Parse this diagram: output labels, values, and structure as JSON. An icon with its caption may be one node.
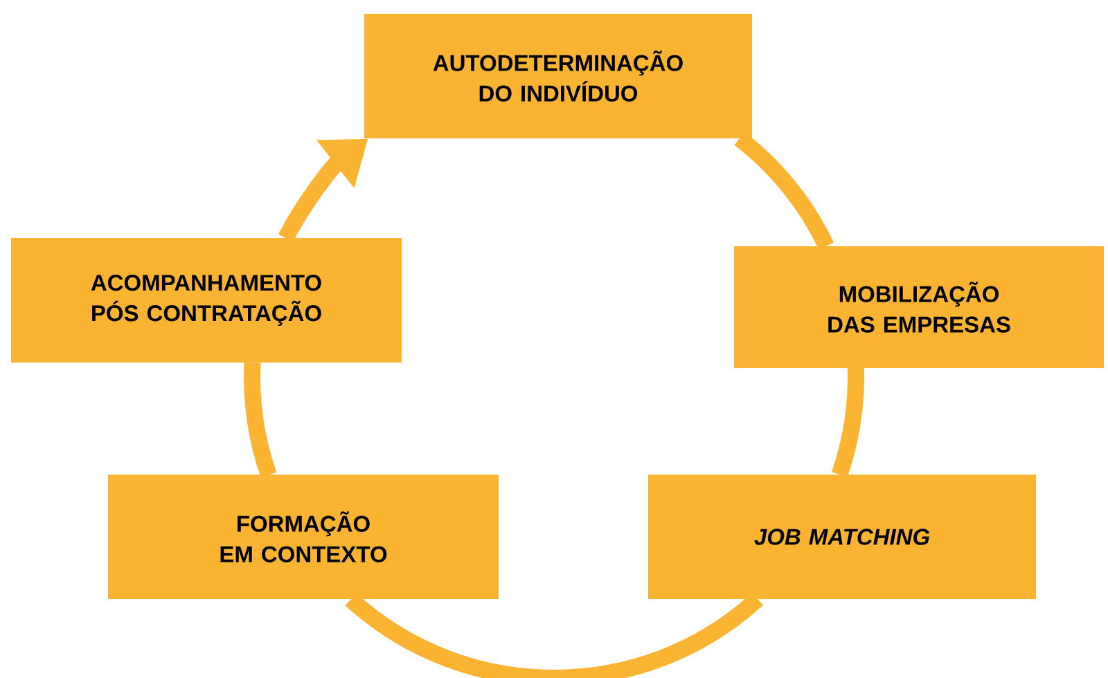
{
  "diagram": {
    "nodes": [
      {
        "text": [
          "AUTODETERMINAÇÃO DO INDIVÍDUO"
        ]
      },
      {
        "text": [
          "MOBILIZAÇÃO DAS EMPRESAS"
        ]
      },
      {
        "text": [
          "JOB MATCHING"
        ]
      },
      {
        "text": [
          "FORMAÇÃO EM CONTEXTO"
        ]
      },
      {
        "text": [
          "ACOMPANHAMENTO PÓS CONTRATAÇÃO"
        ]
      }
    ],
    "edges": [
      {
        "from": 0,
        "to": 1,
        "arrow": "none"
      },
      {
        "from": 1,
        "to": 2,
        "arrow": "none"
      },
      {
        "from": 2,
        "to": 3,
        "arrow": "none"
      },
      {
        "from": 3,
        "to": 4,
        "arrow": "none"
      },
      {
        "from": 4,
        "to": 0,
        "arrow": "to"
      }
    ]
  }
}
